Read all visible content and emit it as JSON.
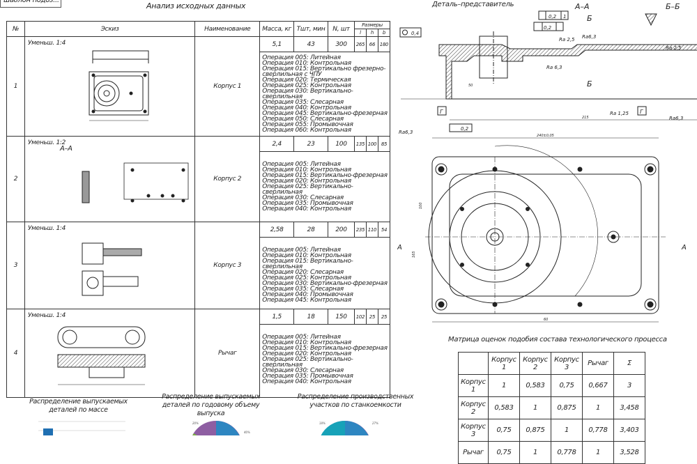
{
  "top_tab": "шаблон подоз...",
  "title": "Анализ исходных данных",
  "table": {
    "headers": {
      "no": "№",
      "sketch": "Эскиз",
      "name": "Наименование",
      "mass": "Масса, кг",
      "time": "Тшт, мин",
      "qty": "N, шт",
      "dims": "Размеры",
      "l": "l",
      "h": "h",
      "b": "b"
    },
    "rows": [
      {
        "no": "1",
        "scale": "Уменьш. 1:4",
        "name": "Корпус 1",
        "mass": "5,1",
        "time": "43",
        "qty": "300",
        "l": "265",
        "h": "66",
        "b": "180",
        "ops": [
          "Операция 005: Литейная",
          "Операция 010: Контрольная",
          "Операция 015: Вертикально фрезерно-сверлильная с ЧПУ",
          "Операция 020: Термическая",
          "Операция 025: Контрольная",
          "Операция 030: Вертикально-сверлильная",
          "Операция 035: Слесарная",
          "Операция 040: Контрольная",
          "Операция 045: Вертикально-фрезерная",
          "Операция 050: Слесарная",
          "Операция 055: Промывочная",
          "Операция 060: Контрольная"
        ]
      },
      {
        "no": "2",
        "scale": "Уменьш. 1:2",
        "section": "А–А",
        "name": "Корпус 2",
        "mass": "2,4",
        "time": "23",
        "qty": "100",
        "l": "135",
        "h": "100",
        "b": "85",
        "ops": [
          "Операция 005: Литейная",
          "Операция 010: Контрольная",
          "Операция 015: Вертикально-фрезерная",
          "Операция 020: Контрольная",
          "Операция 025: Вертикально-сверлильная",
          "Операция 030: Слесарная",
          "Операция 035: Промывочная",
          "Операция 040: Контрольная"
        ]
      },
      {
        "no": "3",
        "scale": "Уменьш. 1:4",
        "name": "Корпус 3",
        "mass": "2,58",
        "time": "28",
        "qty": "200",
        "l": "235",
        "h": "110",
        "b": "54",
        "ops": [
          "Операция 005: Литейная",
          "Операция 010: Контрольная",
          "Операция 015: Вертикально-сверлильная",
          "Операция 020: Слесарная",
          "Операция 025: Контрольная",
          "Операция 030: Вертикально-фрезерная",
          "Операция 035: Слесарная",
          "Операция 040: Промывочная",
          "Операция 045: Контрольная"
        ]
      },
      {
        "no": "4",
        "scale": "Уменьш. 1:4",
        "name": "Рычаг",
        "mass": "1,5",
        "time": "18",
        "qty": "150",
        "l": "102",
        "h": "25",
        "b": "25",
        "ops": [
          "Операция 005: Литейная",
          "Операция 010: Контрольная",
          "Операция 015: Вертикально-фрезерная",
          "Операция 020: Контрольная",
          "Операция 025: Вертикально-сверлильная",
          "Операция 030: Слесарная",
          "Операция 035: Промывочная",
          "Операция 040: Контрольная"
        ]
      }
    ]
  },
  "drawing": {
    "title": "Деталь–представитель",
    "section_aa": "А–А",
    "section_bb": "Б–Б",
    "labels": {
      "a": "А",
      "b": "Б",
      "g": "Г",
      "ra63": "Ra6,3",
      "ra25": "Ra 2,5",
      "ra125": "Ra 1,25",
      "ra63b": "Ra 6,3",
      "tol1": "0,2",
      "tol2": "0,4",
      "base": "1",
      "flat": "0,2",
      "dim215": "215",
      "dim50": "50",
      "dim240": "240±0,05",
      "dim60": "60",
      "dim100": "100",
      "dim165": "165"
    }
  },
  "matrix": {
    "title": "Матрица оценок подобия состава технологического процесса",
    "columns": [
      "",
      "Корпус 1",
      "Корпус 2",
      "Корпус 3",
      "Рычаг",
      "Σ"
    ],
    "rows": [
      [
        "Корпус 1",
        "1",
        "0,583",
        "0,75",
        "0,667",
        "3"
      ],
      [
        "Корпус 2",
        "0,583",
        "1",
        "0,875",
        "1",
        "3,458"
      ],
      [
        "Корпус 3",
        "0,75",
        "0,875",
        "1",
        "0,778",
        "3,403"
      ],
      [
        "Рычаг",
        "0,75",
        "1",
        "0,778",
        "1",
        "3,528"
      ]
    ]
  },
  "charts": [
    {
      "title": "Распределение выпускаемых деталей по массе",
      "type": "bar"
    },
    {
      "title": "Распределение выпускаемых деталей по годовому объему выпуска",
      "type": "pie",
      "labels": [
        "20%",
        "40%"
      ],
      "colors": [
        "#2e86c1",
        "#8e5ea2",
        "#7cb342"
      ]
    },
    {
      "title": "Распределение производственных участков по станкоемкости",
      "type": "pie",
      "labels": [
        "18%",
        "27%"
      ],
      "colors": [
        "#2e86c1",
        "#17a2b8",
        "#8e5ea2"
      ]
    }
  ]
}
